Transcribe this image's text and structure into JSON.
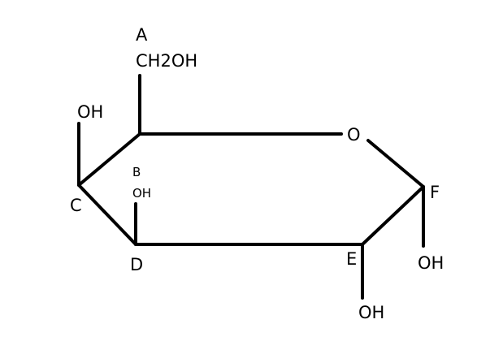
{
  "labels": {
    "a": "A",
    "a_group": "CH2OH",
    "b": "B",
    "b_group": "OH",
    "c": "C",
    "c_group": "OH",
    "d": "D",
    "e": "E",
    "e_group": "OH",
    "f": "F",
    "f_group": "OH",
    "ring_oxygen": "O"
  },
  "colors": {
    "line": "#000000",
    "background": "#ffffff"
  }
}
